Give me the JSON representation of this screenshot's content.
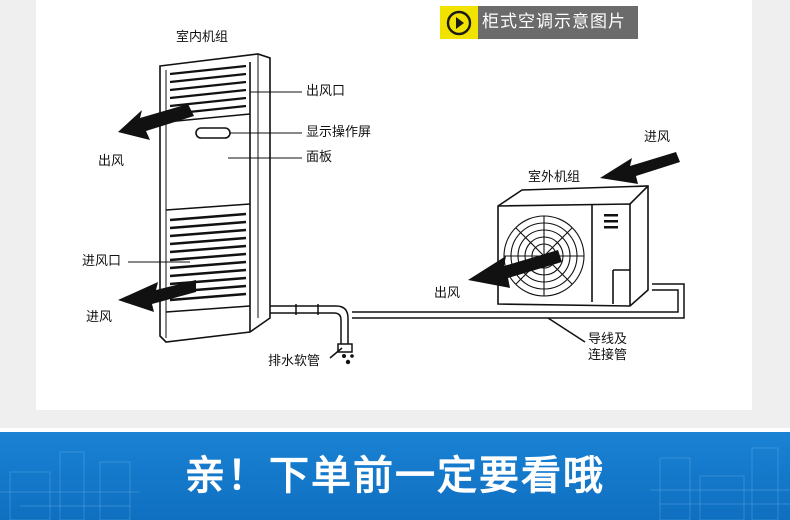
{
  "badge": {
    "text": "柜式空调示意图片",
    "arrow_icon": "play-circle-icon"
  },
  "diagram": {
    "indoor_unit_label": "室内机组",
    "outlet_label": "出风口",
    "display_panel_label": "显示操作屏",
    "panel_label": "面板",
    "indoor_air_out_label": "出风",
    "inlet_label": "进风口",
    "indoor_air_in_label": "进风",
    "drain_pipe_label": "排水软管",
    "outdoor_unit_label": "室外机组",
    "outdoor_air_in_label": "进风",
    "outdoor_air_out_label": "出风",
    "wire_pipe_label_line1": "导线及",
    "wire_pipe_label_line2": "连接管"
  },
  "banner": {
    "title": "亲！下单前一定要看哦"
  },
  "colors": {
    "badge_yellow": "#f2e200",
    "badge_gray": "#6b6b6b",
    "banner_blue": "#1478cc",
    "frame_gray": "#efefef"
  }
}
